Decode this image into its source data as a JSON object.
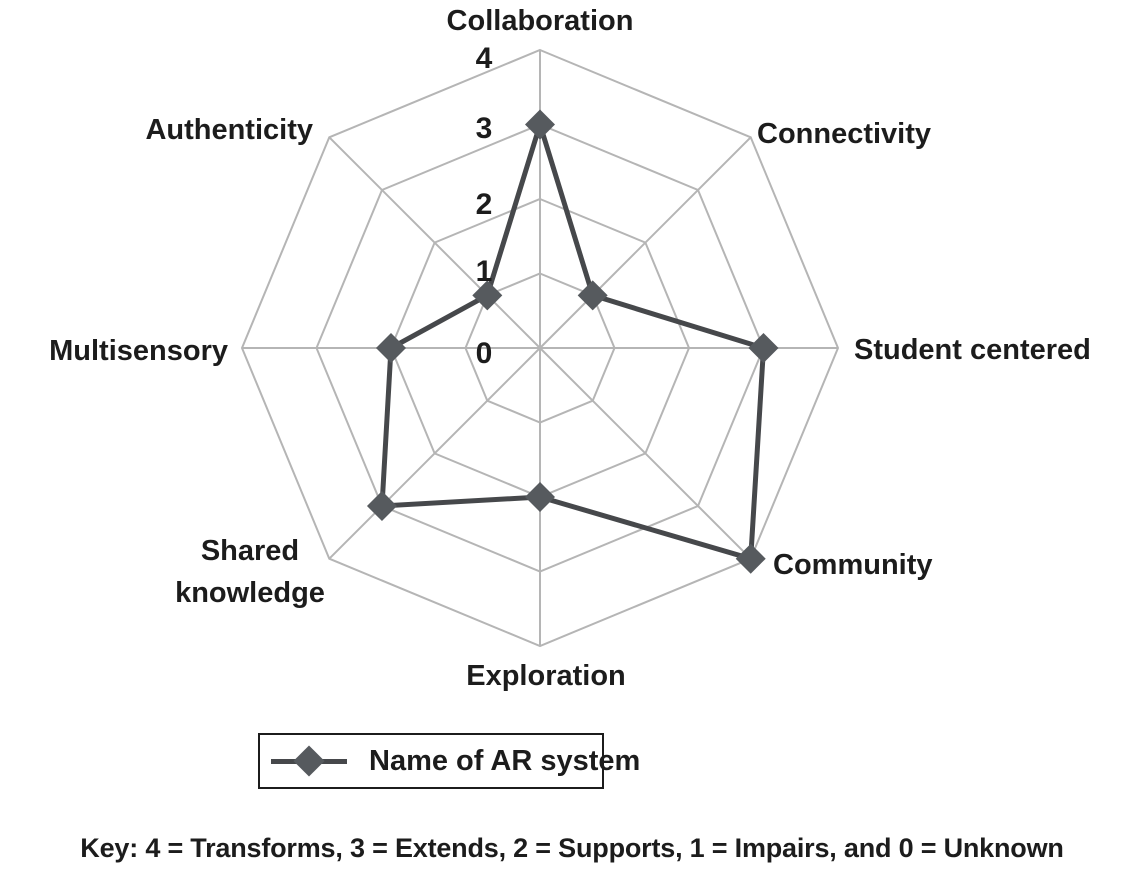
{
  "chart_data": {
    "type": "radar",
    "categories": [
      "Collaboration",
      "Connectivity",
      "Student centered",
      "Community",
      "Exploration",
      "Shared knowledge",
      "Multisensory",
      "Authenticity"
    ],
    "series": [
      {
        "name": "Name of AR system",
        "values": [
          3,
          1,
          3,
          4,
          2,
          3,
          2,
          1
        ]
      }
    ],
    "scale": {
      "min": 0,
      "max": 4,
      "tick_labels": [
        "4",
        "3",
        "2",
        "1",
        "0"
      ]
    },
    "grid": "on",
    "legend_position": "bottom",
    "key_text": "Key: 4 = Transforms, 3 = Extends, 2 = Supports, 1 = Impairs, and 0 = Unknown",
    "colors": {
      "grid_line": "#b5b5b5",
      "series_line": "#46484b",
      "marker_fill": "#565a5e",
      "text": "#1c1c1c",
      "background": "#ffffff"
    }
  }
}
